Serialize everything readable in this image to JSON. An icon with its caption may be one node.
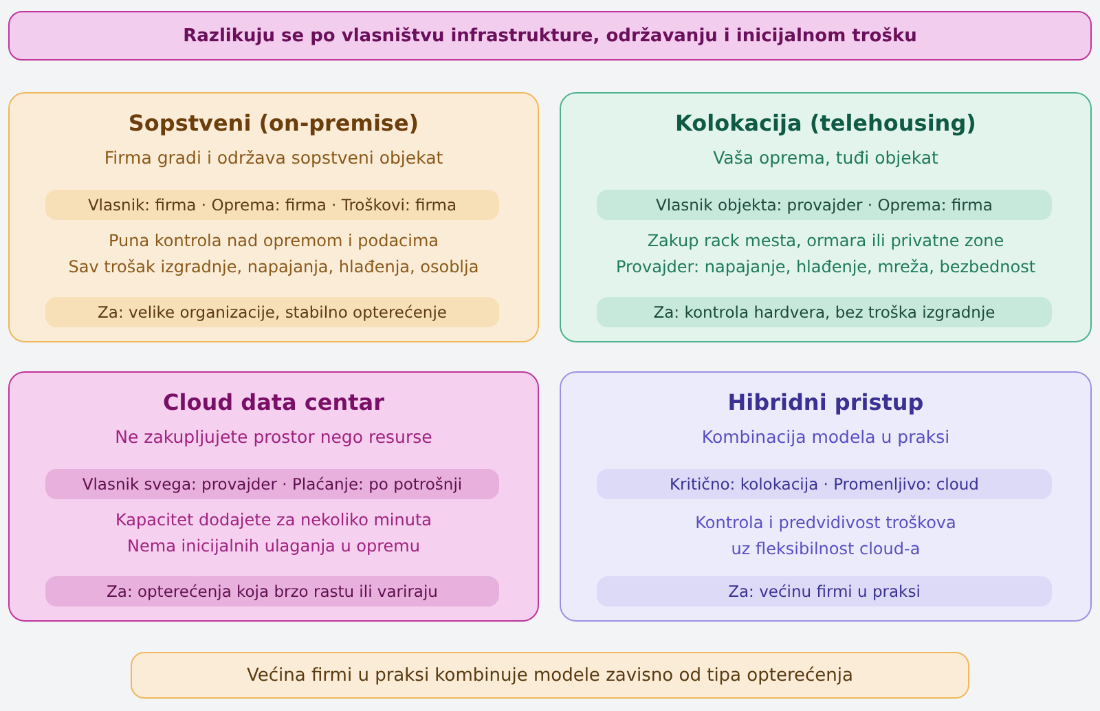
{
  "diagram": {
    "nodes": [
      {
        "text": [
          "Razlikuju se po vlasništvu infrastrukture, održavanju i inicijalnom trošku"
        ]
      },
      {
        "text": [
          "Sopstveni (on-premise)",
          "Firma gradi i održava sopstveni objekat",
          "Puna kontrola nad opremom i podacima",
          "Sav trošak izgradnje, napajanja, hlađenja, osoblja"
        ]
      },
      {
        "text": [
          "Vlasnik: firma · Oprema: firma · Troškovi: firma"
        ],
        "in": 1
      },
      {
        "text": [
          "Za: velike organizacije, stabilno opterećenje"
        ],
        "in": 1
      },
      {
        "text": [
          "Kolokacija (telehousing)",
          "Vaša oprema, tuđi objekat",
          "Zakup rack mesta, ormara ili privatne zone",
          "Provajder: napajanje, hlađenje, mreža, bezbednost"
        ]
      },
      {
        "text": [
          "Vlasnik objekta: provajder · Oprema: firma"
        ],
        "in": 4
      },
      {
        "text": [
          "Za: kontrola hardvera, bez troška izgradnje"
        ],
        "in": 4
      },
      {
        "text": [
          "Cloud data centar",
          "Ne zakupljujete prostor nego resurse",
          "Kapacitet dodajete za nekoliko minuta",
          "Nema inicijalnih ulaganja u opremu"
        ]
      },
      {
        "text": [
          "Vlasnik svega: provajder · Plaćanje: po potrošnji"
        ],
        "in": 7
      },
      {
        "text": [
          "Za: opterećenja koja brzo rastu ili variraju"
        ],
        "in": 7
      },
      {
        "text": [
          "Hibridni pristup",
          "Kombinacija modela u praksi",
          "Kontrola i predvidivost troškova uz fleksibilnost cloud-a"
        ]
      },
      {
        "text": [
          "Kritično: kolokacija · Promenljivo: cloud"
        ],
        "in": 10
      },
      {
        "text": [
          "Za: većinu firmi u praksi"
        ],
        "in": 10
      },
      {
        "text": [
          "Većina firmi u praksi kombinuje modele zavisno od tipa opterećenja"
        ]
      }
    ]
  }
}
